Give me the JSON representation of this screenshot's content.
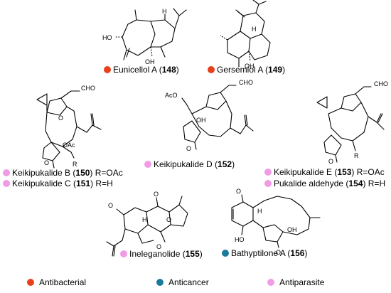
{
  "compounds": [
    {
      "name": "Eunicellol A (",
      "num": "148",
      "close": ")",
      "activity": "antibacterial"
    },
    {
      "name": "Gersemiol A (",
      "num": "149",
      "close": ")",
      "activity": "antibacterial"
    },
    {
      "name": "Keikipukalide B (",
      "num": "150",
      "close": ") R=OAc",
      "activity": "antiparasite"
    },
    {
      "name": "Keikipukalide C (",
      "num": "151",
      "close": ") R=H",
      "activity": "antiparasite"
    },
    {
      "name": "Keikipukalide D (",
      "num": "152",
      "close": ")",
      "activity": "antiparasite"
    },
    {
      "name": "Keikipukalide E (",
      "num": "153",
      "close": ") R=OAc",
      "activity": "antiparasite"
    },
    {
      "name": "Pukalide aldehyde (",
      "num": "154",
      "close": ") R=H",
      "activity": "antiparasite"
    },
    {
      "name": "Ineleganolide (",
      "num": "155",
      "close": ")",
      "activity": "antiparasite"
    },
    {
      "name": "Bathyptilone A (",
      "num": "156",
      "close": ")",
      "activity": "anticancer"
    }
  ],
  "legend": [
    {
      "label": "Antibacterial",
      "color": "#e8401c"
    },
    {
      "label": "Anticancer",
      "color": "#1b7a9b"
    },
    {
      "label": "Antiparasite",
      "color": "#f19be6"
    }
  ],
  "atoms": {
    "h": "H",
    "oh": "OH",
    "ho": "HO",
    "o": "O",
    "cho": "CHO",
    "oac": "OAc",
    "aco": "AcO",
    "r": "R"
  }
}
